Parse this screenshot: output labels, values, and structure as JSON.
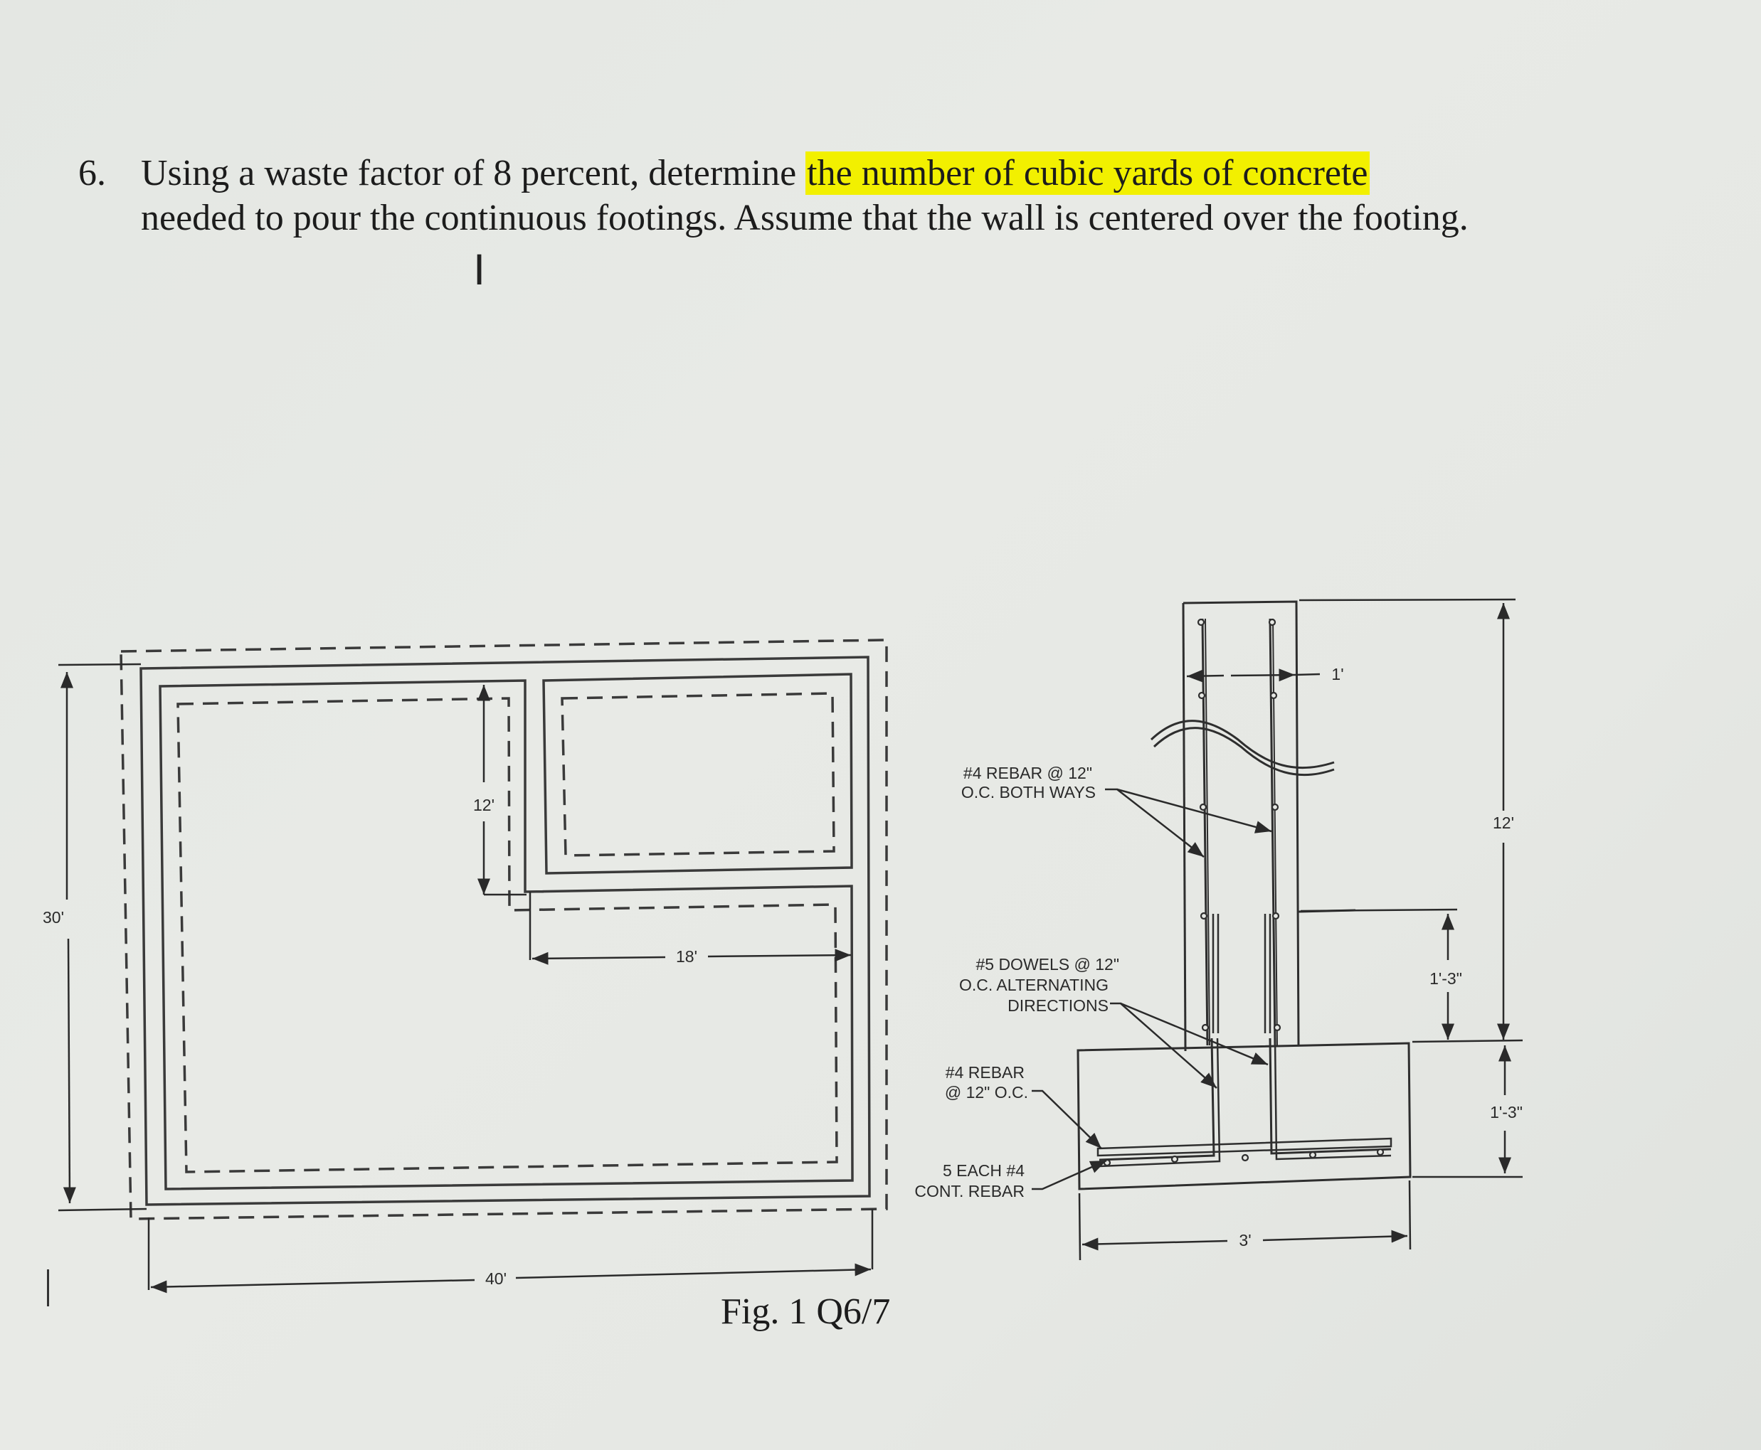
{
  "question": {
    "number": "6.",
    "line1_plain": "Using a waste factor of 8 percent, determine ",
    "line1_highlight": "the number of cubic yards of concrete",
    "line2": "needed to pour the continuous footings. Assume that the wall is centered over the footing."
  },
  "colors": {
    "highlight": "#f2f000",
    "ink": "#2a2a2a",
    "background": "#e6e8e4"
  },
  "cursor_icon": "⌶",
  "plan": {
    "dim_overall_height": "30'",
    "dim_overall_width": "40'",
    "dim_notch_height": "12'",
    "dim_notch_width": "18'"
  },
  "section": {
    "dim_wall_width": "1'",
    "dim_wall_height": "12'",
    "dim_dowel_height": "1'-3\"",
    "dim_footing_depth": "1'-3\"",
    "dim_footing_width": "3'",
    "note_vertical_rebar_line1": "#4 REBAR @ 12\"",
    "note_vertical_rebar_line2": "O.C. BOTH WAYS",
    "note_dowels_line1": "#5 DOWELS @ 12\"",
    "note_dowels_line2": "O.C. ALTERNATING",
    "note_dowels_line3": "DIRECTIONS",
    "note_footing_rebar_line1": "#4 REBAR",
    "note_footing_rebar_line2": "@ 12\" O.C.",
    "note_cont_rebar_line1": "5 EACH #4",
    "note_cont_rebar_line2": "CONT. REBAR"
  },
  "figure_caption": "Fig. 1 Q6/7"
}
